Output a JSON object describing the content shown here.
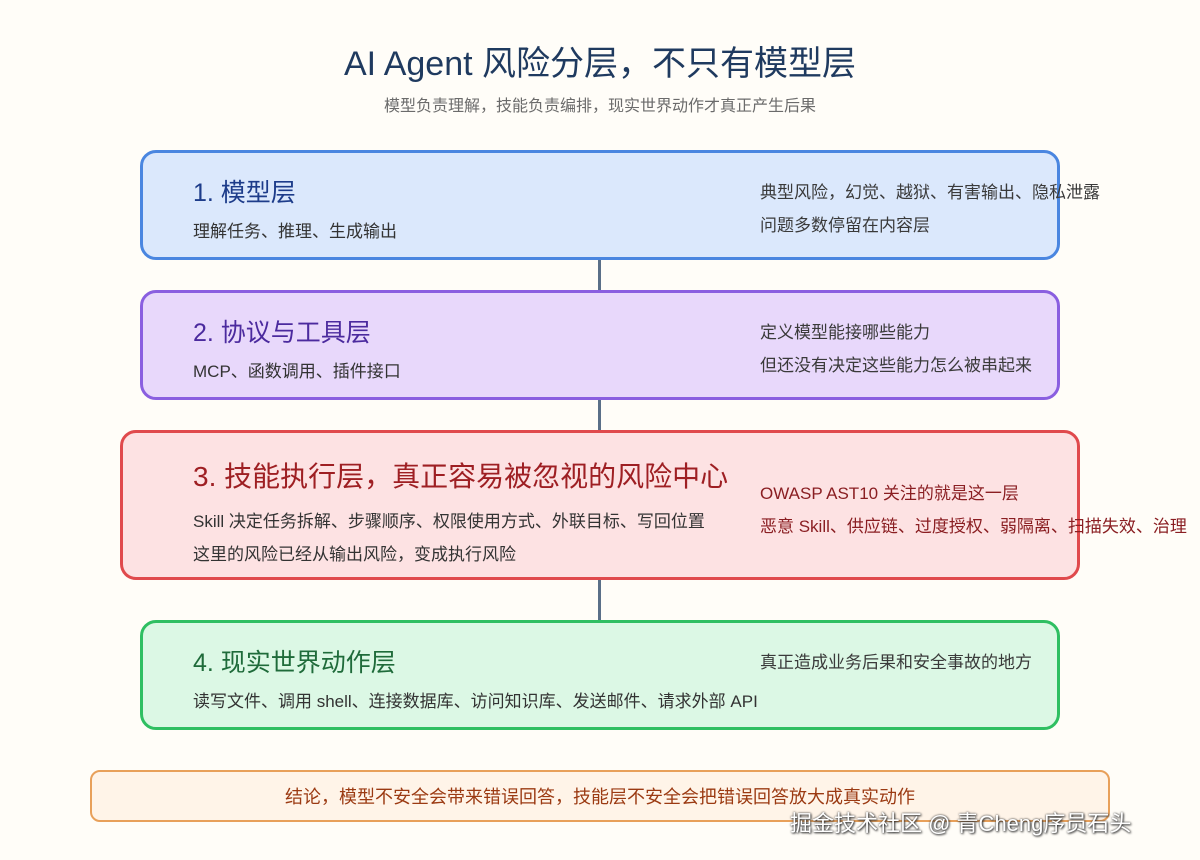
{
  "header": {
    "title": "AI Agent 风险分层，不只有模型层",
    "subtitle": "模型负责理解，技能负责编排，现实世界动作才真正产生后果"
  },
  "layers": [
    {
      "title": "1. 模型层",
      "desc": [
        "理解任务、推理、生成输出"
      ],
      "side": [
        "典型风险，幻觉、越狱、有害输出、隐私泄露",
        "问题多数停留在内容层"
      ],
      "border_color": "#4a86e0",
      "fill_color": "#dbe8fc"
    },
    {
      "title": "2. 协议与工具层",
      "desc": [
        "MCP、函数调用、插件接口"
      ],
      "side": [
        "定义模型能接哪些能力",
        "但还没有决定这些能力怎么被串起来"
      ],
      "border_color": "#8a5fe0",
      "fill_color": "#e8d8fb"
    },
    {
      "title": "3. 技能执行层，真正容易被忽视的风险中心",
      "desc": [
        "Skill 决定任务拆解、步骤顺序、权限使用方式、外联目标、写回位置",
        "这里的风险已经从输出风险，变成执行风险"
      ],
      "side": [
        "OWASP AST10 关注的就是这一层",
        "恶意 Skill、供应链、过度授权、弱隔离、扫描失效、治理"
      ],
      "border_color": "#e04a4d",
      "fill_color": "#fde2e3"
    },
    {
      "title": "4. 现实世界动作层",
      "desc": [
        "读写文件、调用 shell、连接数据库、访问知识库、发送邮件、请求外部 API"
      ],
      "side": [
        "真正造成业务后果和安全事故的地方"
      ],
      "border_color": "#2fbf62",
      "fill_color": "#dcf8e5"
    }
  ],
  "conclusion": {
    "text": "结论，模型不安全会带来错误回答，技能层不安全会把错误回答放大成真实动作"
  },
  "watermark": {
    "text": "掘金技术社区 @ 青Cheng序员石头"
  }
}
